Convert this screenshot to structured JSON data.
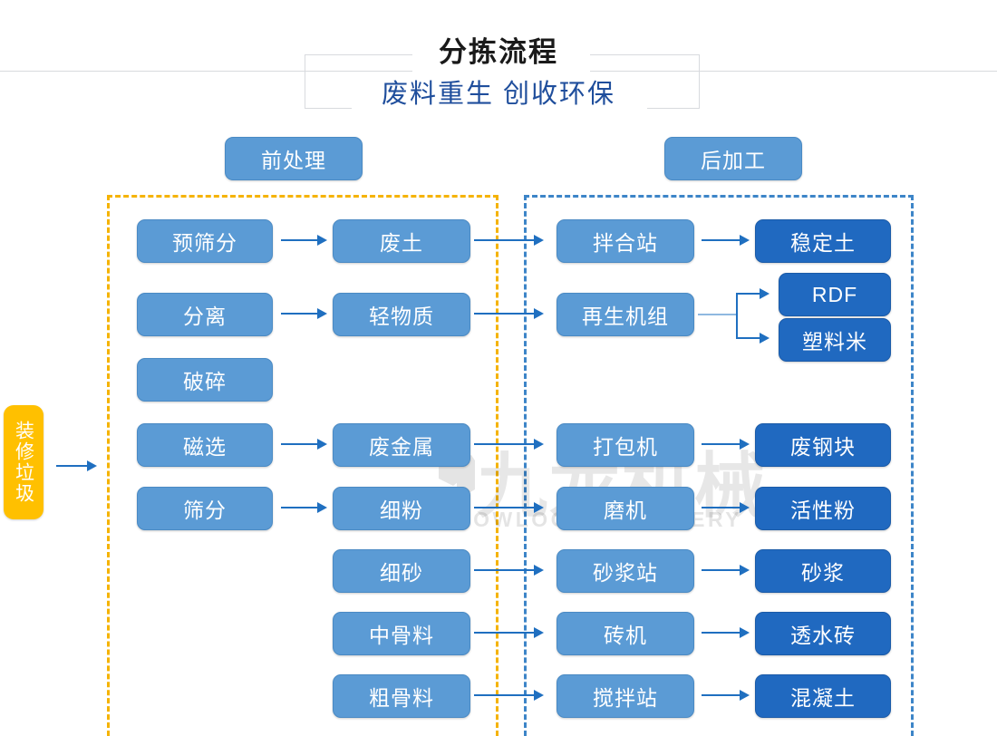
{
  "header": {
    "title": "分拣流程",
    "subtitle": "废料重生 创收环保"
  },
  "watermark": {
    "cn": "九龙机械",
    "en": "KOWLOONMACHINERY"
  },
  "sections": {
    "pre_label": "前处理",
    "post_label": "后加工"
  },
  "input_node": {
    "label": "装修垃圾",
    "color": "#ffc000"
  },
  "colors": {
    "node_mid": "#5b9bd5",
    "node_dark": "#2069c0",
    "frame_pre": "#f5b301",
    "frame_post": "#3d85c8",
    "arrow": "#1f6fc0",
    "title": "#1a1a1a",
    "subtitle": "#1f4e9c"
  },
  "columns": {
    "process": [
      {
        "label": "预筛分"
      },
      {
        "label": "分离"
      },
      {
        "label": "破碎"
      },
      {
        "label": "磁选"
      },
      {
        "label": "筛分"
      }
    ],
    "material": [
      {
        "label": "废土"
      },
      {
        "label": "轻物质"
      },
      {
        "label": "废金属"
      },
      {
        "label": "细粉"
      },
      {
        "label": "细砂"
      },
      {
        "label": "中骨料"
      },
      {
        "label": "粗骨料"
      }
    ],
    "equipment": [
      {
        "label": "拌合站"
      },
      {
        "label": "再生机组"
      },
      {
        "label": "打包机"
      },
      {
        "label": "磨机"
      },
      {
        "label": "砂浆站"
      },
      {
        "label": "砖机"
      },
      {
        "label": "搅拌站"
      }
    ],
    "product": [
      {
        "label": "稳定土"
      },
      {
        "label": "RDF"
      },
      {
        "label": "塑料米"
      },
      {
        "label": "废钢块"
      },
      {
        "label": "活性粉"
      },
      {
        "label": "砂浆"
      },
      {
        "label": "透水砖"
      },
      {
        "label": "混凝土"
      }
    ]
  }
}
